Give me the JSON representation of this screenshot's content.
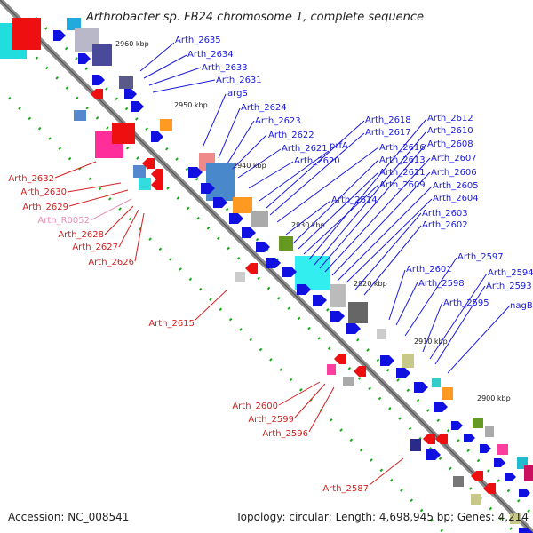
{
  "title": "Arthrobacter sp. FB24 chromosome 1, complete sequence",
  "accession": "Accession: NC_008541",
  "topology": "Topology: circular; Length: 4,698,945 bp; Genes: 4,214",
  "colors": {
    "forward_label": "#1a1adc",
    "reverse_label": "#d42020",
    "rna_label": "#e890b8",
    "backbone": "#8c8c8c",
    "forward_gene": "#1010e0",
    "reverse_gene": "#ee1010",
    "tick": "#11aa11"
  },
  "scale_marks": [
    "2960 kbp",
    "2950 kbp",
    "2940 kbp",
    "2930 kbp",
    "2920 kbp",
    "2910 kbp",
    "2900 kbp"
  ],
  "forward_labels": [
    "Arth_2635",
    "Arth_2634",
    "Arth_2633",
    "Arth_2631",
    "argS",
    "Arth_2624",
    "Arth_2623",
    "Arth_2622",
    "Arth_2621",
    "Arth_2620",
    "prfA",
    "Arth_2618",
    "Arth_2617",
    "Arth_2616",
    "Arth_2614",
    "Arth_2613",
    "Arth_2611",
    "Arth_2609",
    "Arth_2612",
    "Arth_2610",
    "Arth_2608",
    "Arth_2607",
    "Arth_2606",
    "Arth_2605",
    "Arth_2604",
    "Arth_2603",
    "Arth_2602",
    "Arth_2601",
    "Arth_2598",
    "Arth_2597",
    "Arth_2595",
    "Arth_2594",
    "Arth_2593",
    "nagB"
  ],
  "reverse_labels": [
    "Arth_2632",
    "Arth_2630",
    "Arth_2629",
    "Arth_R0052",
    "Arth_2628",
    "Arth_2627",
    "Arth_2626",
    "Arth_2615",
    "Arth_2600",
    "Arth_2599",
    "Arth_2596",
    "Arth_2587"
  ]
}
